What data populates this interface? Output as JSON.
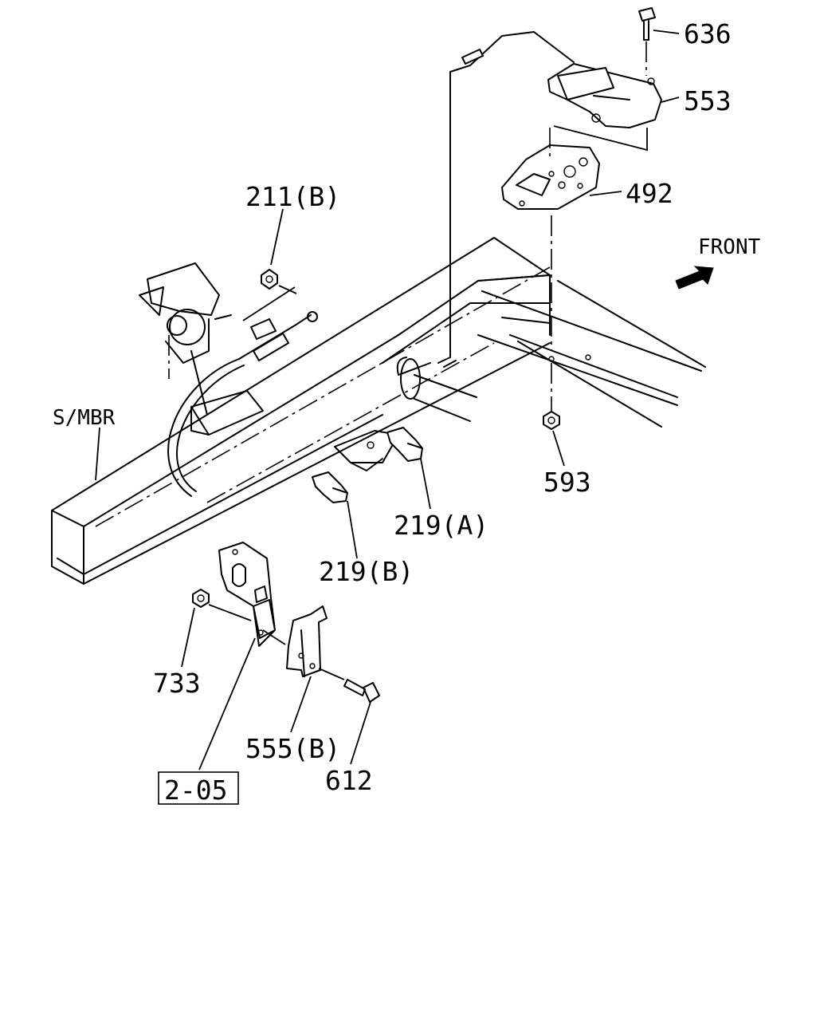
{
  "labels": {
    "p636": "636",
    "p553": "553",
    "p492": "492",
    "p211b": "211(B)",
    "front": "FRONT",
    "smbr": "S/MBR",
    "p593": "593",
    "p219a": "219(A)",
    "p219b": "219(B)",
    "p733": "733",
    "p555b": "555(B)",
    "p612": "612",
    "ref": "2-05"
  }
}
